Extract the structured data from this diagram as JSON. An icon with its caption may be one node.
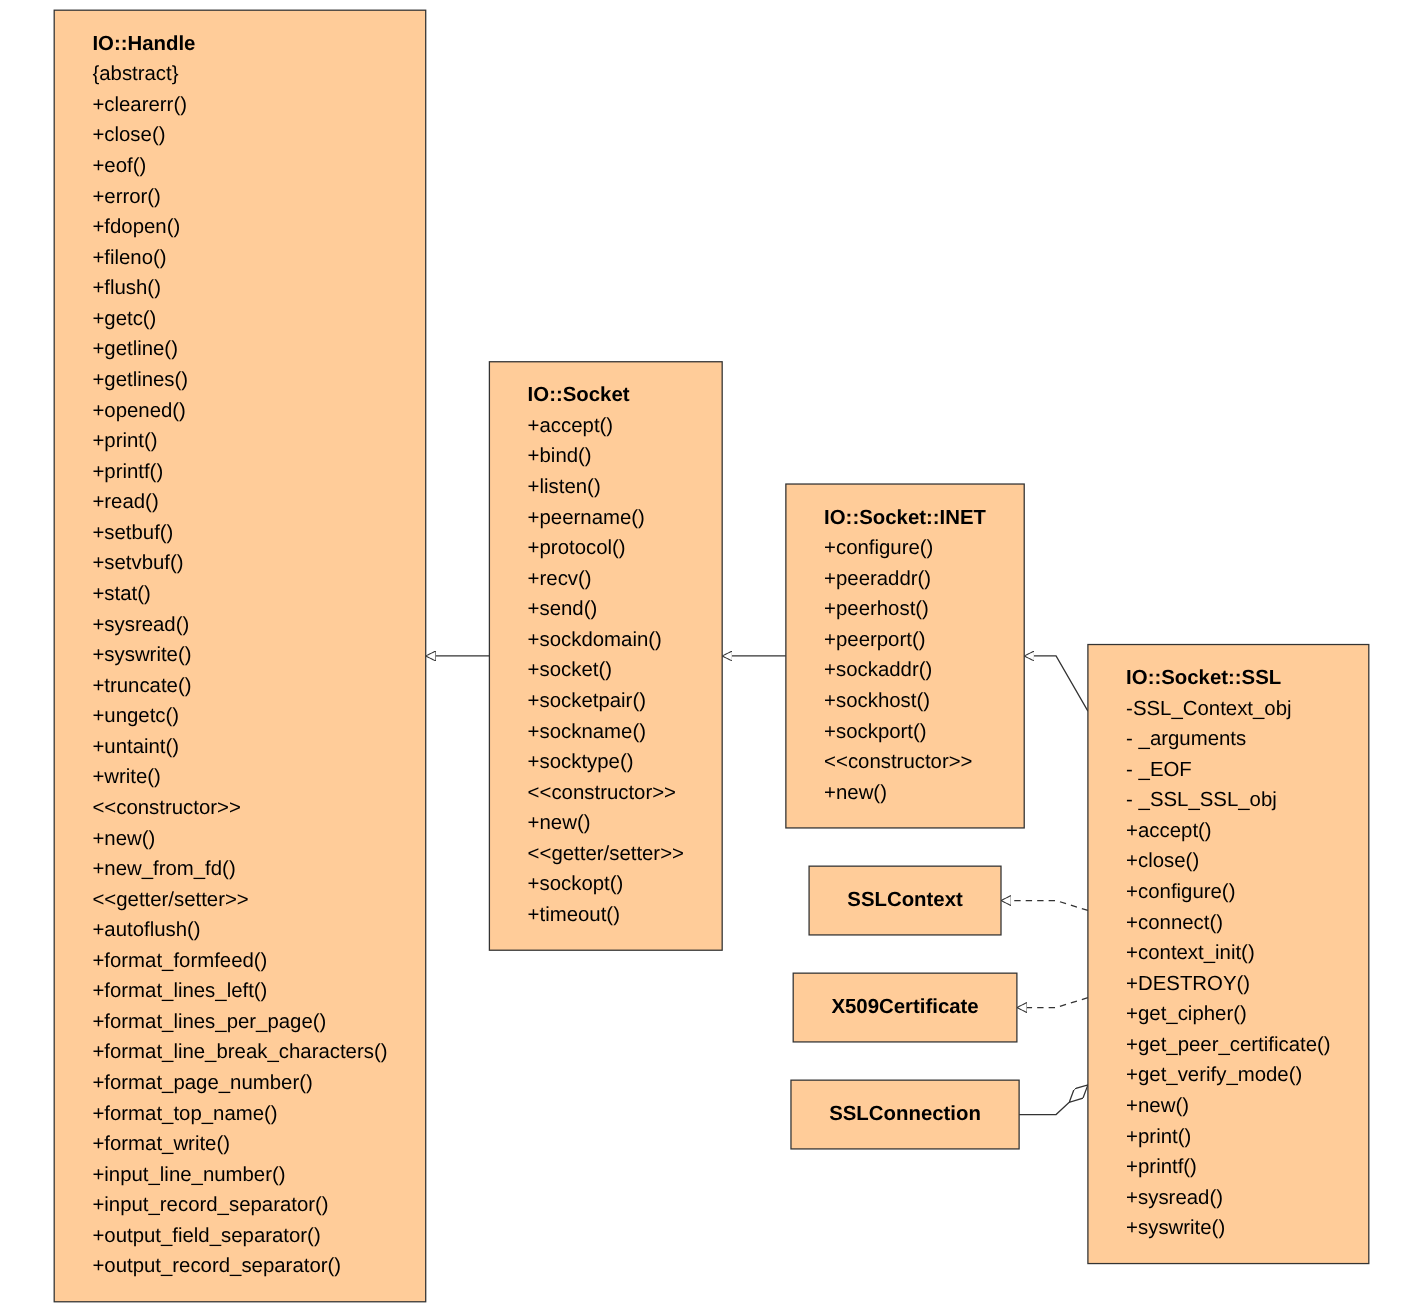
{
  "diagram": {
    "nodes": [
      {
        "text": [
          "IO::Handle",
          "{abstract}",
          "+clearerr()",
          "+close()",
          "+eof()",
          "+error()",
          "+fdopen()",
          "+fileno()",
          "+flush()",
          "+getc()",
          "+getline()",
          "+getlines()",
          "+opened()",
          "+print()",
          "+printf()",
          "+read()",
          "+setbuf()",
          "+setvbuf()",
          "+stat()",
          "+sysread()",
          "+syswrite()",
          "+truncate()",
          "+ungetc()",
          "+untaint()",
          "+write()",
          "<<constructor>>",
          "+new()",
          "+new_from_fd()",
          "<<getter/setter>>",
          "+autoflush()",
          "+format_formfeed()",
          "+format_lines_left()",
          "+format_lines_per_page()",
          "+format_line_break_characters()",
          "+format_page_number()",
          "+format_top_name()",
          "+format_write()",
          "+input_line_number()",
          "+input_record_separator()",
          "+output_field_separator()",
          "+output_record_separator()"
        ]
      },
      {
        "text": [
          "IO::Socket",
          "+accept()",
          "+bind()",
          "+listen()",
          "+peername()",
          "+protocol()",
          "+recv()",
          "+send()",
          "+sockdomain()",
          "+socket()",
          "+socketpair()",
          "+sockname()",
          "+socktype()",
          "<<constructor>>",
          "+new()",
          "<<getter/setter>>",
          "+sockopt()",
          "+timeout()"
        ]
      },
      {
        "text": [
          "IO::Socket::INET",
          "+configure()",
          "+peeraddr()",
          "+peerhost()",
          "+peerport()",
          "+sockaddr()",
          "+sockhost()",
          "+sockport()",
          "<<constructor>>",
          "+new()"
        ]
      },
      {
        "text": [
          "IO::Socket::SSL",
          "-SSL_Context_obj",
          "- _arguments",
          "- _EOF",
          "- _SSL_SSL_obj",
          "+accept()",
          "+close()",
          "+configure()",
          "+connect()",
          "+context_init()",
          "+DESTROY()",
          "+get_cipher()",
          "+get_peer_certificate()",
          "+get_verify_mode()",
          "+new()",
          "+print()",
          "+printf()",
          "+sysread()",
          "+syswrite()"
        ]
      },
      {
        "text": [
          "SSLContext"
        ]
      },
      {
        "text": [
          "X509Certificate"
        ]
      },
      {
        "text": [
          "SSLConnection"
        ]
      }
    ],
    "edges": [
      {
        "from": 1,
        "to": 0,
        "arrow": "to"
      },
      {
        "from": 2,
        "to": 1,
        "arrow": "to"
      },
      {
        "from": 3,
        "to": 2,
        "arrow": "to"
      },
      {
        "from": 3,
        "to": 4,
        "arrow": "to",
        "style": "dashed"
      },
      {
        "from": 3,
        "to": 5,
        "arrow": "to",
        "style": "dashed"
      },
      {
        "from": 3,
        "to": 6,
        "arrow": "other"
      }
    ]
  }
}
